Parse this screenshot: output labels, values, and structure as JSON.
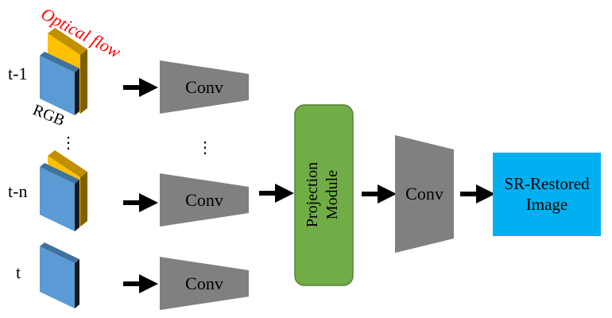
{
  "labels": {
    "optical_flow": "Optical flow",
    "rgb": "RGB",
    "frame_t_minus_1": "t-1",
    "frame_t_minus_n": "t-n",
    "frame_t": "t",
    "ellipsis_frames": "⋮",
    "ellipsis_conv": "⋮"
  },
  "blocks": {
    "conv_1": "Conv",
    "conv_2": "Conv",
    "conv_3": "Conv",
    "conv_4": "Conv",
    "projection_line1": "Projection",
    "projection_line2": "Module",
    "output_line1": "SR-Restored",
    "output_line2": "Image"
  },
  "colors": {
    "rgb_front": "#5b9bd5",
    "rgb_top": "#41729f",
    "rgb_side": "#1a1a1a",
    "flow_front": "#ffc000",
    "flow_side": "#7f6000",
    "conv": "#808080",
    "projection_fill": "#70ad47",
    "projection_stroke": "#548235",
    "output_fill": "#00b0f0",
    "arrow": "#000000",
    "optical_flow_text": "#ff0000"
  }
}
